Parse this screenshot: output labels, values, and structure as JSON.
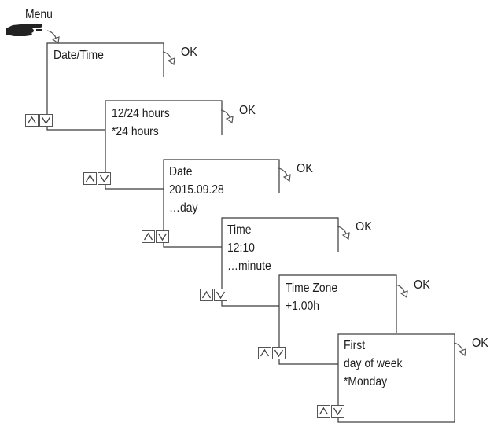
{
  "menu_label": "Menu",
  "ok_label": "OK",
  "icons": {
    "hand": "pointing-hand-icon",
    "arrow": "curved-arrow-icon",
    "up": "triangle-up-icon",
    "down": "triangle-down-icon"
  },
  "colors": {
    "line": "#3a3a3a",
    "text": "#1e1e1e"
  },
  "screens": [
    {
      "id": "date-time",
      "lines": [
        "Date/Time"
      ]
    },
    {
      "id": "12-24-hours",
      "lines": [
        "12/24 hours",
        "*24 hours"
      ]
    },
    {
      "id": "date",
      "lines": [
        "Date",
        "2015.09.28",
        "…day"
      ]
    },
    {
      "id": "time",
      "lines": [
        "Time",
        "12:10",
        "…minute"
      ]
    },
    {
      "id": "time-zone",
      "lines": [
        "Time Zone",
        "+1.00h"
      ]
    },
    {
      "id": "first-day",
      "lines": [
        "First",
        "day of week",
        "*Monday"
      ]
    }
  ]
}
